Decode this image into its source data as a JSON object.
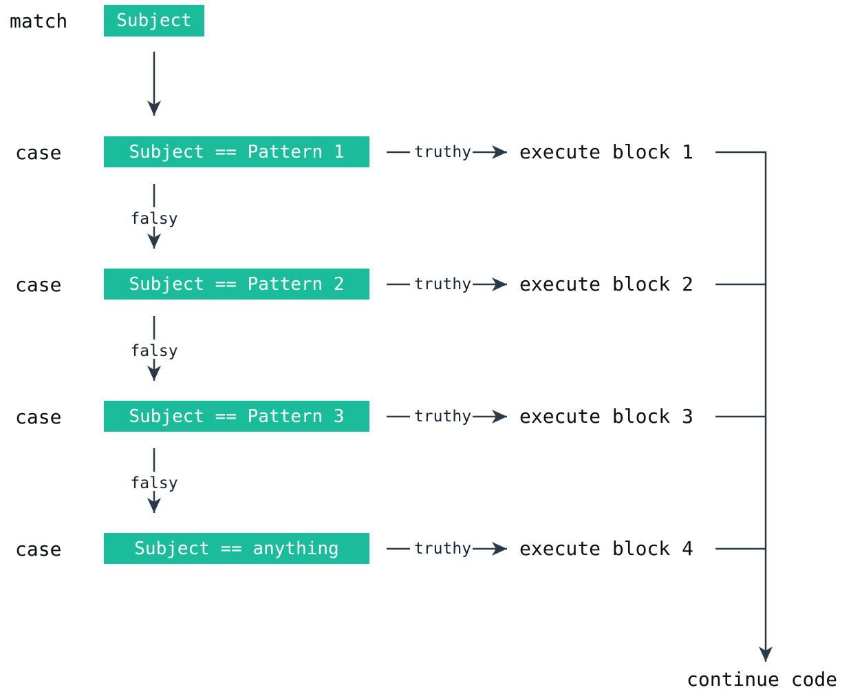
{
  "match_section": {
    "keyword_label": "match",
    "subject_label": "Subject"
  },
  "rows": [
    {
      "keyword_label": "case",
      "condition_label": "Subject == Pattern 1",
      "truthy_label": "truthy",
      "result_label": "execute block 1",
      "falsy_label": "falsy"
    },
    {
      "keyword_label": "case",
      "condition_label": "Subject == Pattern 2",
      "truthy_label": "truthy",
      "result_label": "execute block 2",
      "falsy_label": "falsy"
    },
    {
      "keyword_label": "case",
      "condition_label": "Subject == Pattern 3",
      "truthy_label": "truthy",
      "result_label": "execute block 3",
      "falsy_label": "falsy"
    },
    {
      "keyword_label": "case",
      "condition_label": "Subject == anything",
      "truthy_label": "truthy",
      "result_label": "execute block 4"
    }
  ],
  "footer": {
    "continue_label": "continue code"
  },
  "colors": {
    "box_background": "#1abc9c",
    "box_text": "#ffffff",
    "connector": "#2c3947",
    "keyword_text": "#0b0e12",
    "small_label_text": "#16202e"
  }
}
